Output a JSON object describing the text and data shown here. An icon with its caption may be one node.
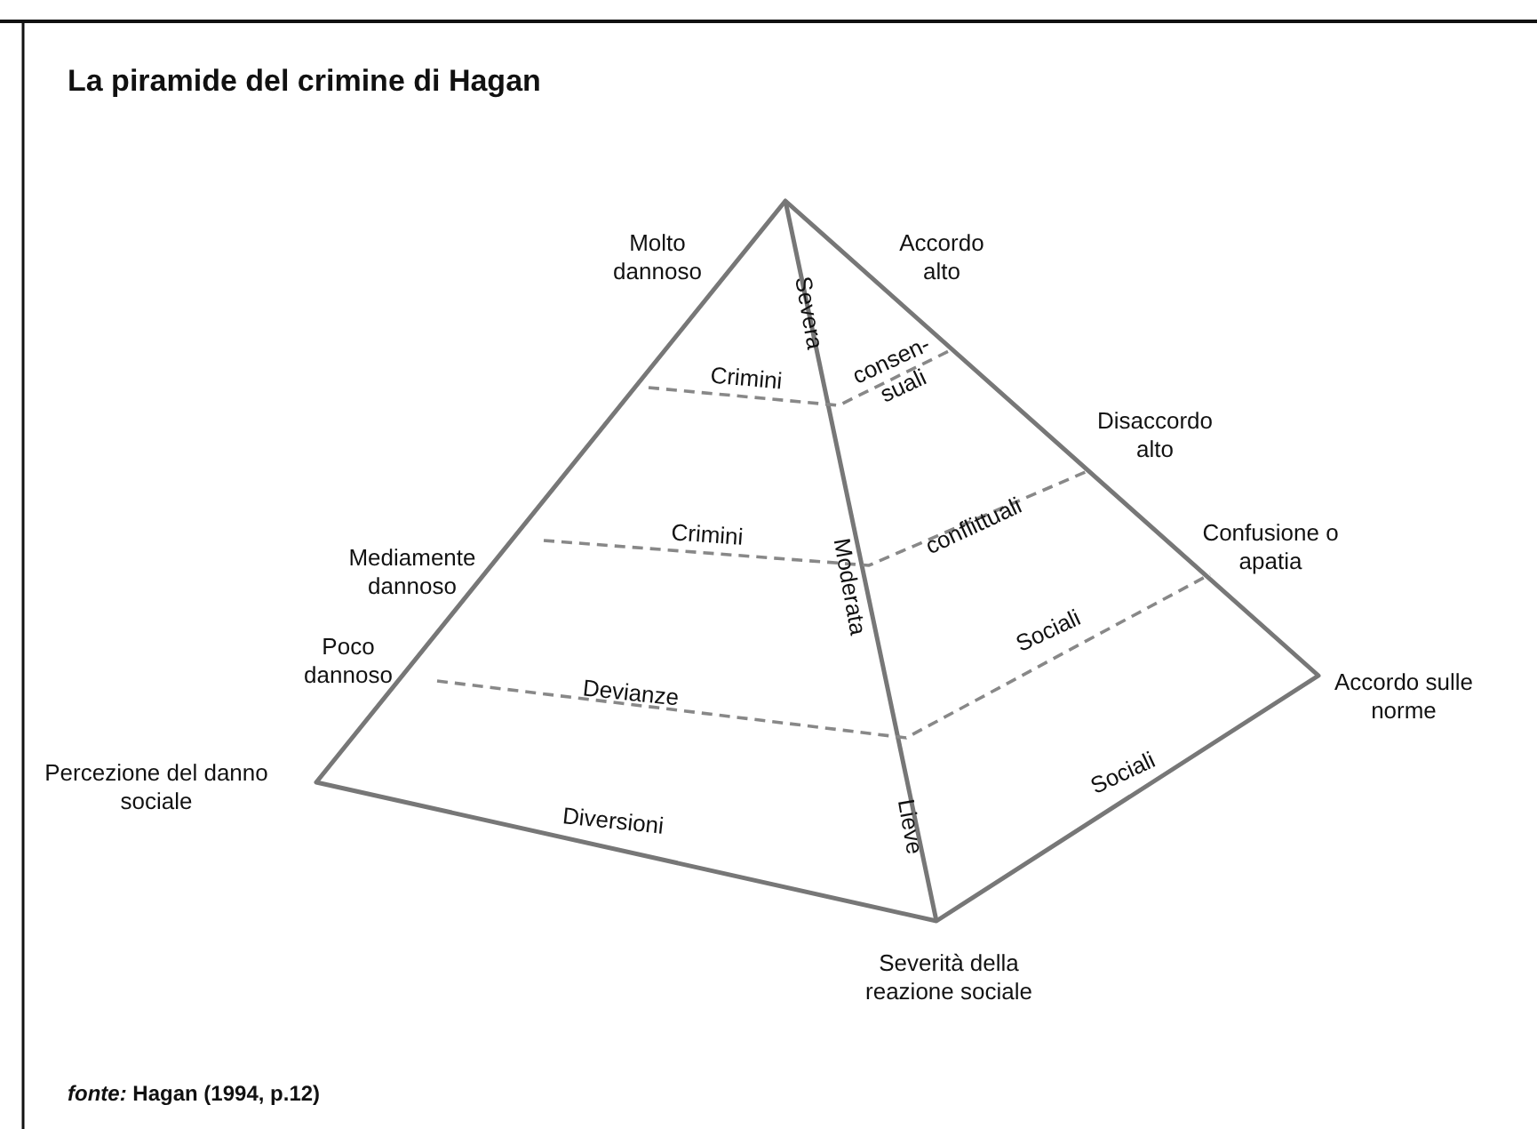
{
  "diagram": {
    "title": "La piramide del crimine di Hagan",
    "caption": "*fonte:* Hagan (1994, p.12)",
    "labels": [
      "Molto dannoso",
      "Accordo alto",
      "Severa",
      "consen- suali",
      "Crimini",
      "Disaccordo alto",
      "Mediamente dannoso",
      "Crimini",
      "conflittuali",
      "Moderata",
      "Confusione o apatia",
      "Sociali",
      "Poco dannoso",
      "Devianze",
      "Accordo sulle norme",
      "Sociali",
      "Lieve",
      "Percezione del danno sociale",
      "Diversioni",
      "Severità della reazione sociale"
    ]
  }
}
